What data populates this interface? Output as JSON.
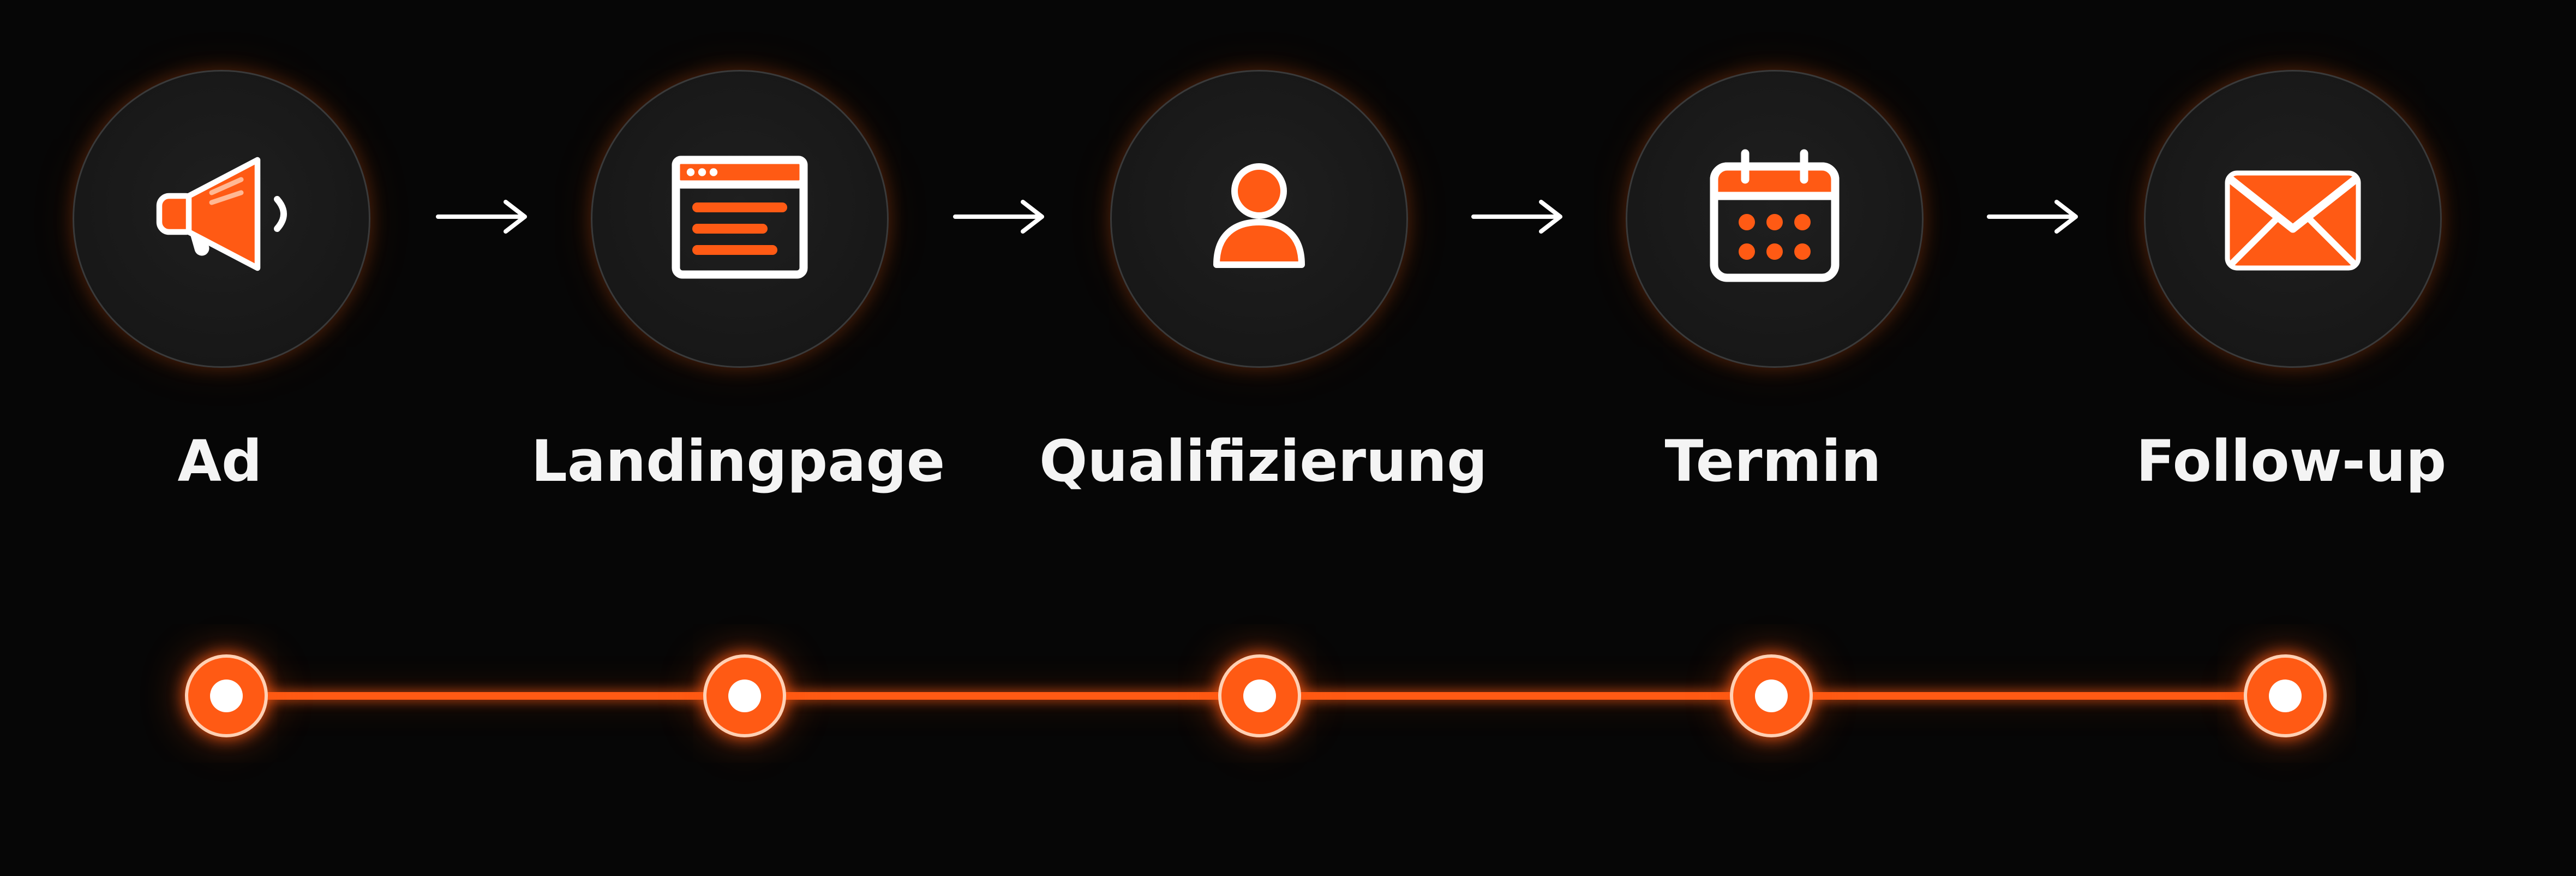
{
  "steps": [
    {
      "label": "Ad",
      "icon": "megaphone-icon"
    },
    {
      "label": "Landingpage",
      "icon": "browser-window-icon"
    },
    {
      "label": "Qualifizierung",
      "icon": "user-icon"
    },
    {
      "label": "Termin",
      "icon": "calendar-icon"
    },
    {
      "label": "Follow-up",
      "icon": "envelope-icon"
    }
  ],
  "colors": {
    "background": "#060606",
    "accent": "#ff5a14",
    "circle_fill": "#1a1a1a",
    "circle_border": "#3a3a3a",
    "text": "#f4f4f4",
    "arrow": "#ffffff"
  }
}
